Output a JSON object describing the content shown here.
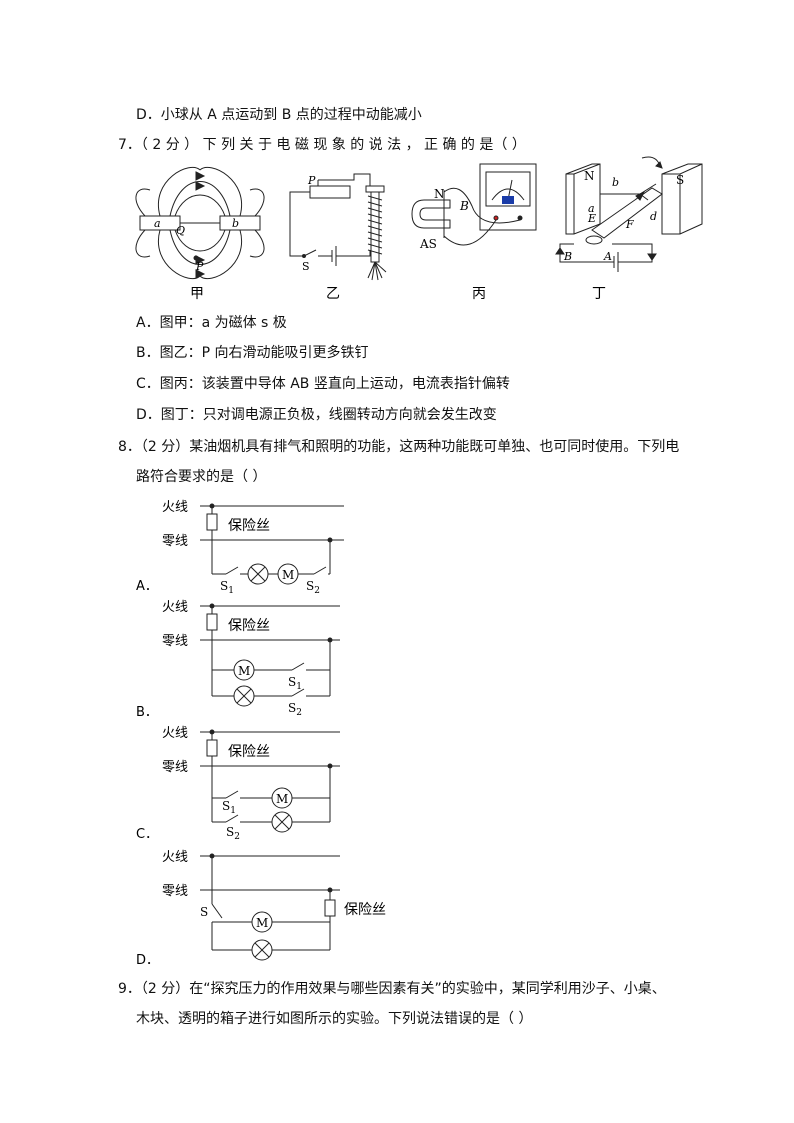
{
  "q6": {
    "option_d": "D．小球从 A 点运动到 B 点的过程中动能减小"
  },
  "q7": {
    "stem": "7．（ 2 分 ） 下 列 关 于 电 磁 现 象 的 说 法 ， 正 确 的 是（          ）",
    "figures": {
      "jia": {
        "label": "甲",
        "a": "a",
        "b": "b",
        "Q": "Q",
        "P": "P"
      },
      "yi": {
        "label": "乙",
        "P": "P",
        "S": "S"
      },
      "bing": {
        "label": "丙",
        "N": "N",
        "B": "B",
        "AS": "AS"
      },
      "ding": {
        "label": "丁",
        "N": "N",
        "S": "S",
        "a": "a",
        "b": "b",
        "E": "E",
        "F": "F",
        "d": "d",
        "A": "A",
        "B": "B"
      }
    },
    "options": [
      "A．图甲：a 为磁体 s 极",
      "B．图乙：P 向右滑动能吸引更多铁钉",
      "C．图丙：该装置中导体 AB  竖直向上运动，电流表指针偏转",
      "D．图丁：只对调电源正负极，线圈转动方向就会发生改变"
    ]
  },
  "q8": {
    "stem_line1": "8．（2 分）某油烟机具有排气和照明的功能，这两种功能既可单独、也可同时使用。下列电",
    "stem_line2": "路符合要求的是（        ）",
    "live_wire": "火线",
    "neutral_wire": "零线",
    "fuse": "保险丝",
    "motor": "M",
    "s1": "S",
    "s1_sub": "1",
    "s2": "S",
    "s2_sub": "2",
    "s": "S",
    "option_labels": [
      "A．",
      "B．",
      "C．",
      "D．"
    ]
  },
  "q9": {
    "line1": "9．（2 分）在“探究压力的作用效果与哪些因素有关”的实验中，某同学利用沙子、小桌、",
    "line2": "木块、透明的箱子进行如图所示的实验。下列说法错误的是（        ）"
  }
}
